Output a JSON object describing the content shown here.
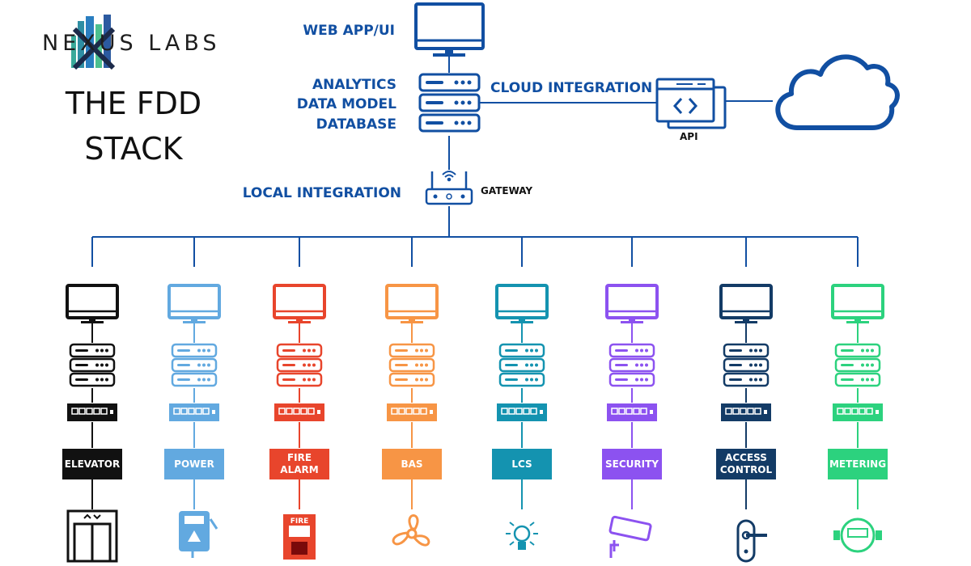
{
  "brand": {
    "logo_text": "NEXUS LABS",
    "stack_title_line1": "THE FDD",
    "stack_title_line2": "STACK"
  },
  "top_stack": {
    "web_app_label": "WEB APP/UI",
    "analytics_label": "ANALYTICS",
    "data_model_label": "DATA MODEL",
    "database_label": "DATABASE",
    "cloud_integration_label": "CLOUD INTEGRATION",
    "api_label": "API",
    "local_integration_label": "LOCAL INTEGRATION",
    "gateway_label": "GATEWAY"
  },
  "colors": {
    "primary_blue": "#114fa2",
    "elevator": "#111111",
    "power": "#62a9e0",
    "fire_alarm": "#e8452c",
    "bas": "#f79545",
    "lcs": "#1493b0",
    "security": "#8c52f0",
    "access_control": "#133b66",
    "metering": "#2cd27e"
  },
  "systems": [
    {
      "key": "elevator",
      "label": "ELEVATOR",
      "color": "#111111",
      "icon": "elevator-icon"
    },
    {
      "key": "power",
      "label": "POWER",
      "color": "#62a9e0",
      "icon": "power-meter-icon"
    },
    {
      "key": "fire-alarm",
      "label": "FIRE\nALARM",
      "color": "#e8452c",
      "icon": "fire-alarm-pull-station-icon",
      "icon_text": "FIRE"
    },
    {
      "key": "bas",
      "label": "BAS",
      "color": "#f79545",
      "icon": "fan-icon"
    },
    {
      "key": "lcs",
      "label": "LCS",
      "color": "#1493b0",
      "icon": "light-bulb-icon"
    },
    {
      "key": "security",
      "label": "SECURITY",
      "color": "#8c52f0",
      "icon": "security-camera-icon"
    },
    {
      "key": "access-control",
      "label": "ACCESS\nCONTROL",
      "color": "#133b66",
      "icon": "door-handle-icon"
    },
    {
      "key": "metering",
      "label": "METERING",
      "color": "#2cd27e",
      "icon": "meter-icon"
    }
  ]
}
